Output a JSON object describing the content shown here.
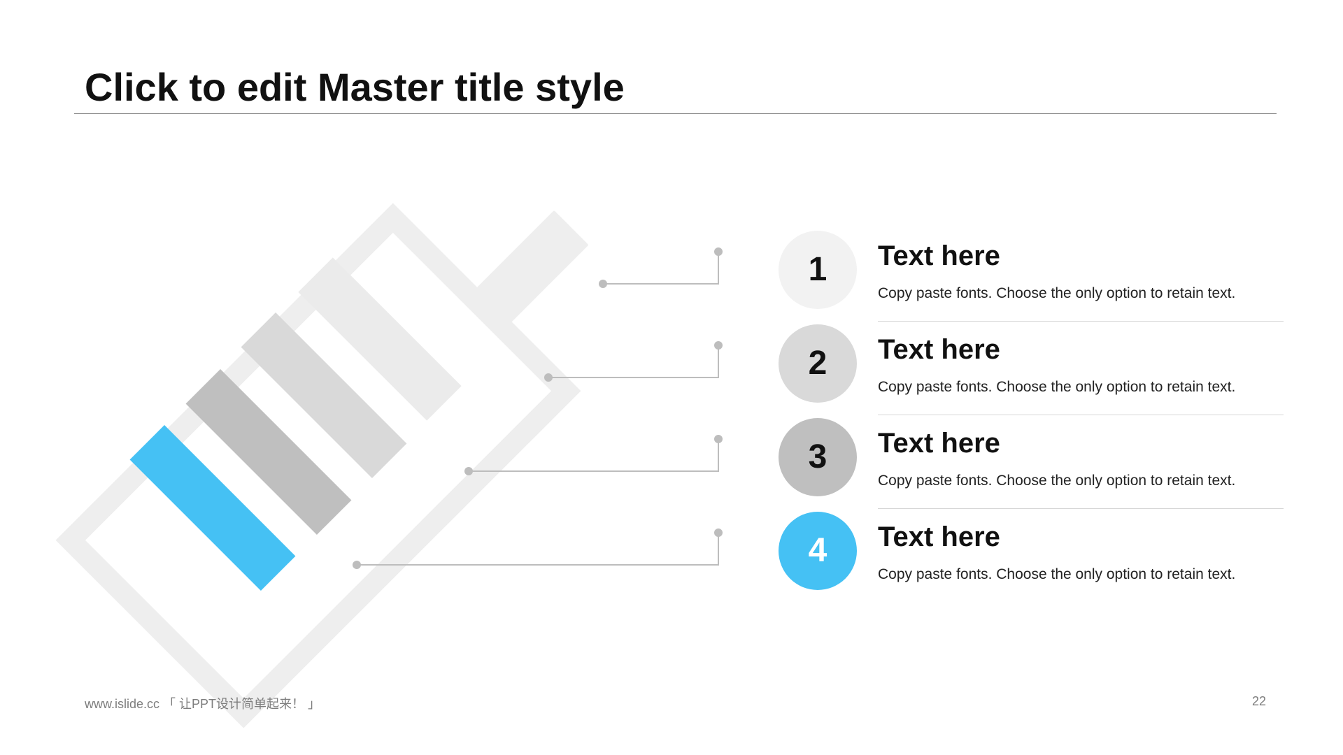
{
  "header": {
    "title": "Click to edit Master title style"
  },
  "colors": {
    "accent": "#45c1f4",
    "gray_light": "#f2f2f2",
    "gray_mid": "#d9d9d9",
    "gray_dark": "#bfbfbf",
    "connector": "#bdbdbd",
    "text": "#111111",
    "footer": "#7d7d7d"
  },
  "items": [
    {
      "number": "1",
      "title": "Text here",
      "description": "Copy paste fonts. Choose the only option to retain text.",
      "circle_color": "#f2f2f2",
      "number_color": "#111111"
    },
    {
      "number": "2",
      "title": "Text here",
      "description": "Copy paste fonts. Choose the only option to retain text.",
      "circle_color": "#d9d9d9",
      "number_color": "#111111"
    },
    {
      "number": "3",
      "title": "Text here",
      "description": "Copy paste fonts. Choose the only option to retain text.",
      "circle_color": "#bfbfbf",
      "number_color": "#111111"
    },
    {
      "number": "4",
      "title": "Text here",
      "description": "Copy paste fonts. Choose the only option to retain text.",
      "circle_color": "#45c1f4",
      "number_color": "#ffffff"
    }
  ],
  "footer": {
    "text": "www.islide.cc 「 让PPT设计简单起来！ 」",
    "page": "22"
  }
}
